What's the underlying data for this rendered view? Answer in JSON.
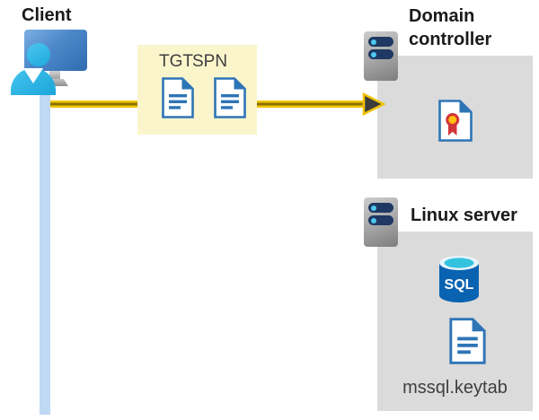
{
  "diagram": {
    "title_hint": "Kerberos authentication flow from client to domain controller and Linux server",
    "client": {
      "label": "Client"
    },
    "ticket_box": {
      "tgt_label": "TGT",
      "spn_label": "SPN",
      "background": "#fbf5cc"
    },
    "arrow": {
      "direction": "right",
      "line_color": "#f2c500",
      "stripe_color": "#8a7100",
      "head_color": "#3c3c3c"
    },
    "domain_controller": {
      "label": "Domain controller",
      "box_color": "#dbdbdb",
      "icons": [
        "server-icon",
        "certificate-icon"
      ]
    },
    "linux_server": {
      "label": "Linux server",
      "box_color": "#dbdbdb",
      "sql_label": "SQL",
      "file_label": "mssql.keytab",
      "icons": [
        "server-icon",
        "sql-database-icon",
        "document-icon"
      ]
    },
    "colors": {
      "doc_blue": "#2e75b6",
      "person_cyan": "#2fbbe9",
      "monitor_blue": "#4c88c9",
      "timeline_blue": "#bfd8f3",
      "server_navy": "#1f3864",
      "server_dot_cyan": "#4dc9f0",
      "cert_red": "#d13438",
      "cert_yellow": "#ffc010",
      "sql_blue": "#0a63b1",
      "sql_teal": "#33c3df"
    }
  }
}
